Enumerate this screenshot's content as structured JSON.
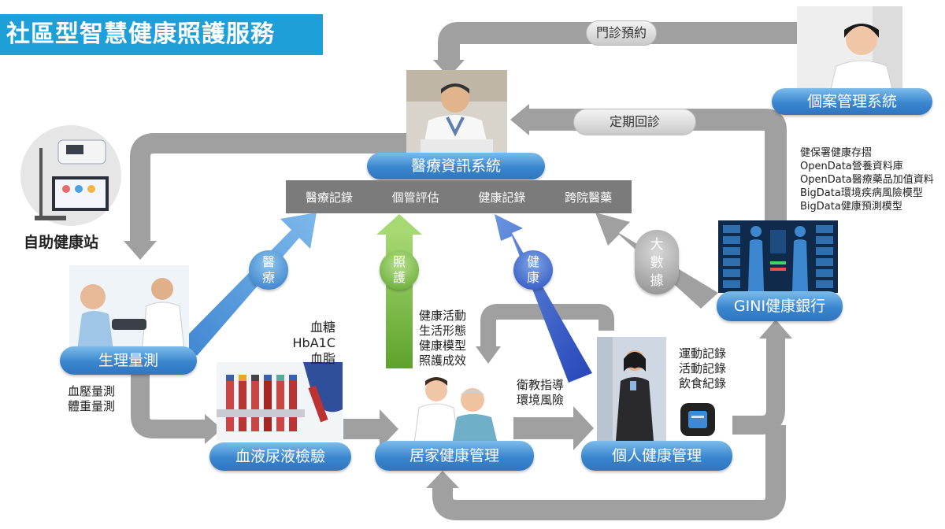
{
  "title": "社區型智慧健康照護服務",
  "nodes": {
    "medical_system": "醫療資訊系統",
    "case_system": "個案管理系統",
    "physio": "生理量測",
    "blood_urine": "血液尿液檢驗",
    "home_care": "居家健康管理",
    "personal": "個人健康管理",
    "gini_bank": "GINI健康銀行",
    "kiosk": "自助健康站"
  },
  "records_bar": [
    "醫療記錄",
    "個管評估",
    "健康記錄",
    "跨院醫藥"
  ],
  "arrow_labels": {
    "appointment": "門診預約",
    "followup": "定期回診"
  },
  "badges": {
    "medical": [
      "醫",
      "療"
    ],
    "care": [
      "照",
      "護"
    ],
    "health": [
      "健",
      "康"
    ],
    "bigdata": [
      "大",
      "數",
      "據"
    ]
  },
  "notes": {
    "lab_values": [
      "血糖",
      "HbA1C",
      "血脂"
    ],
    "physio_values": [
      "血壓量測",
      "體重量測"
    ],
    "care_items": [
      "健康活動",
      "生活形態",
      "健康模型",
      "照護成效"
    ],
    "education": [
      "衛教指導",
      "環境風險"
    ],
    "activity": [
      "運動記錄",
      "活動記錄",
      "飲食紀錄"
    ],
    "data_sources": [
      "健保署健康存摺",
      "OpenData營養資料庫",
      "OpenData醫療藥品加值資料",
      "BigData環境疾病風險模型",
      "BigData健康預測模型"
    ]
  },
  "colors": {
    "title_bg": "#1f9fd8",
    "pill_blue": "#3a86cf",
    "arrow_gray": "#9e9e9e",
    "arrow_blue": "#4a8fd6",
    "arrow_green": "#7cc242",
    "arrow_dblue": "#3a5fcf"
  }
}
